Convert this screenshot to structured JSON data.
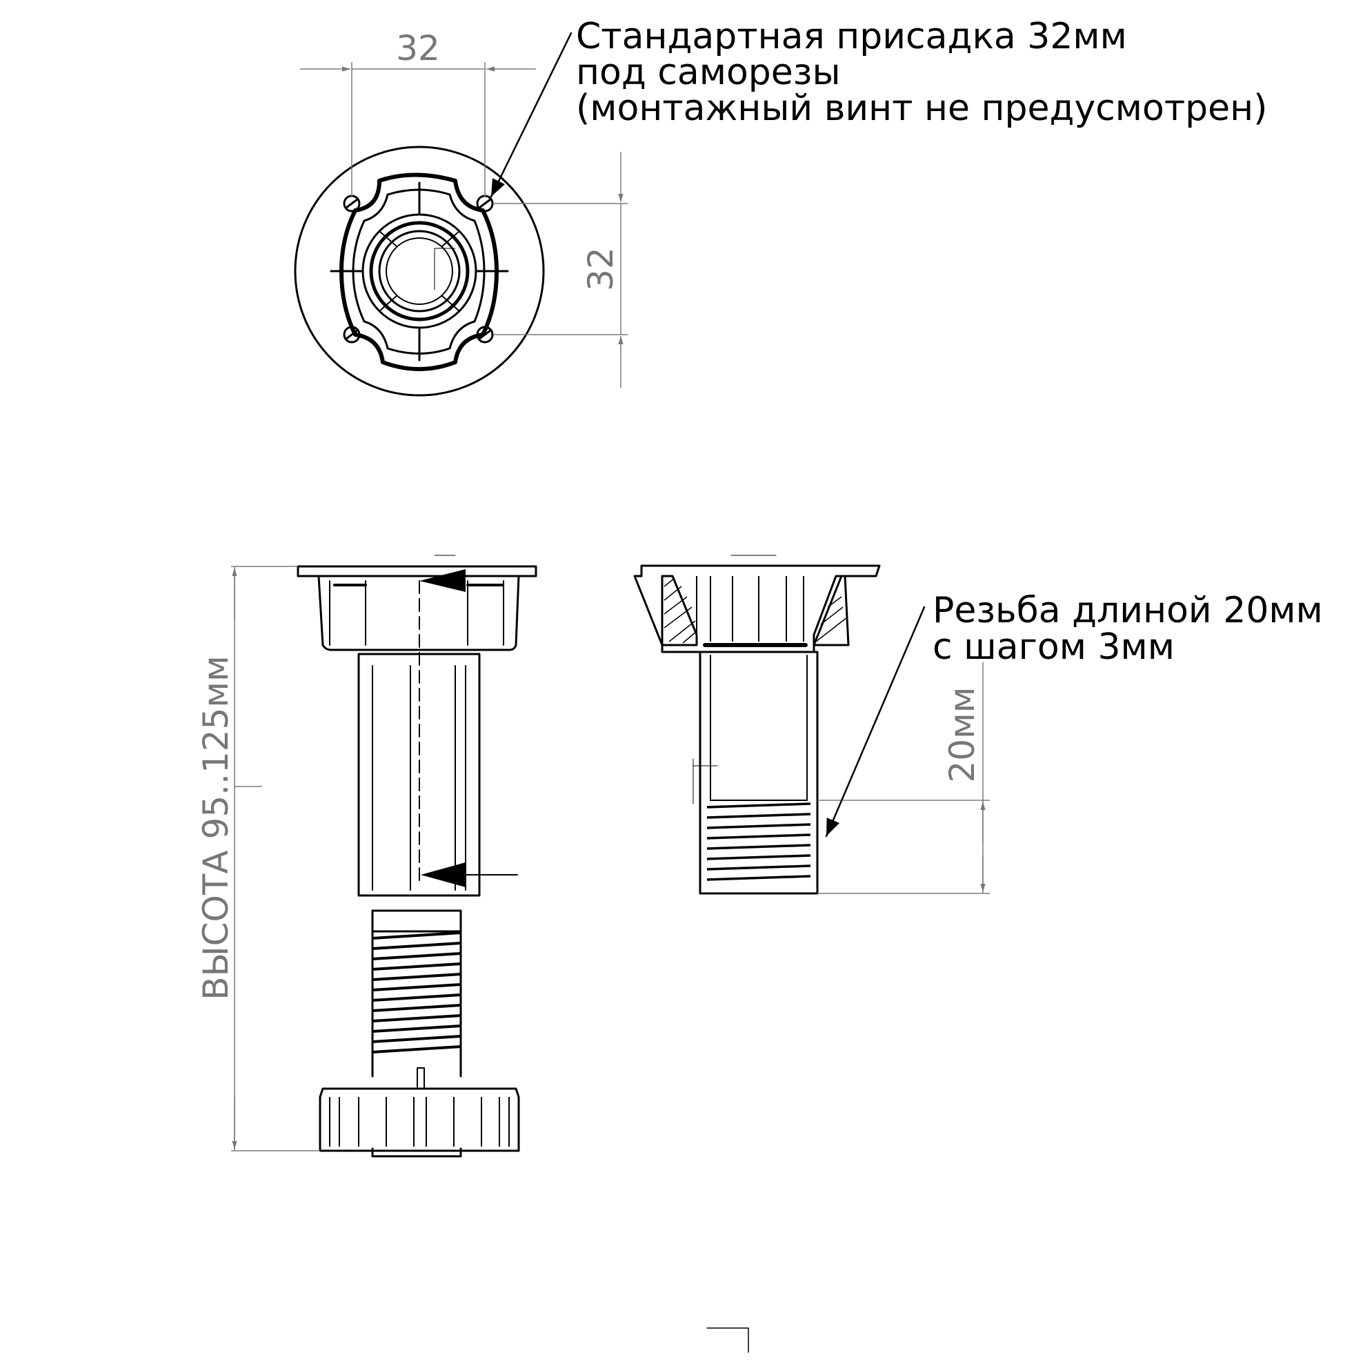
{
  "dimensions": {
    "top_width": "32",
    "top_height": "32",
    "total_height": "ВЫСОТА 95..125мм",
    "thread_length": "20мм"
  },
  "notes": {
    "mounting": {
      "line1": "Стандартная присадка 32мм",
      "line2": "под саморезы",
      "line3": "(монтажный винт не предусмотрен)"
    },
    "thread": {
      "line1": "Резьба длиной 20мм",
      "line2": "с шагом 3мм"
    }
  },
  "colors": {
    "line": "#000000",
    "dimension": "#777777",
    "background": "#ffffff"
  }
}
